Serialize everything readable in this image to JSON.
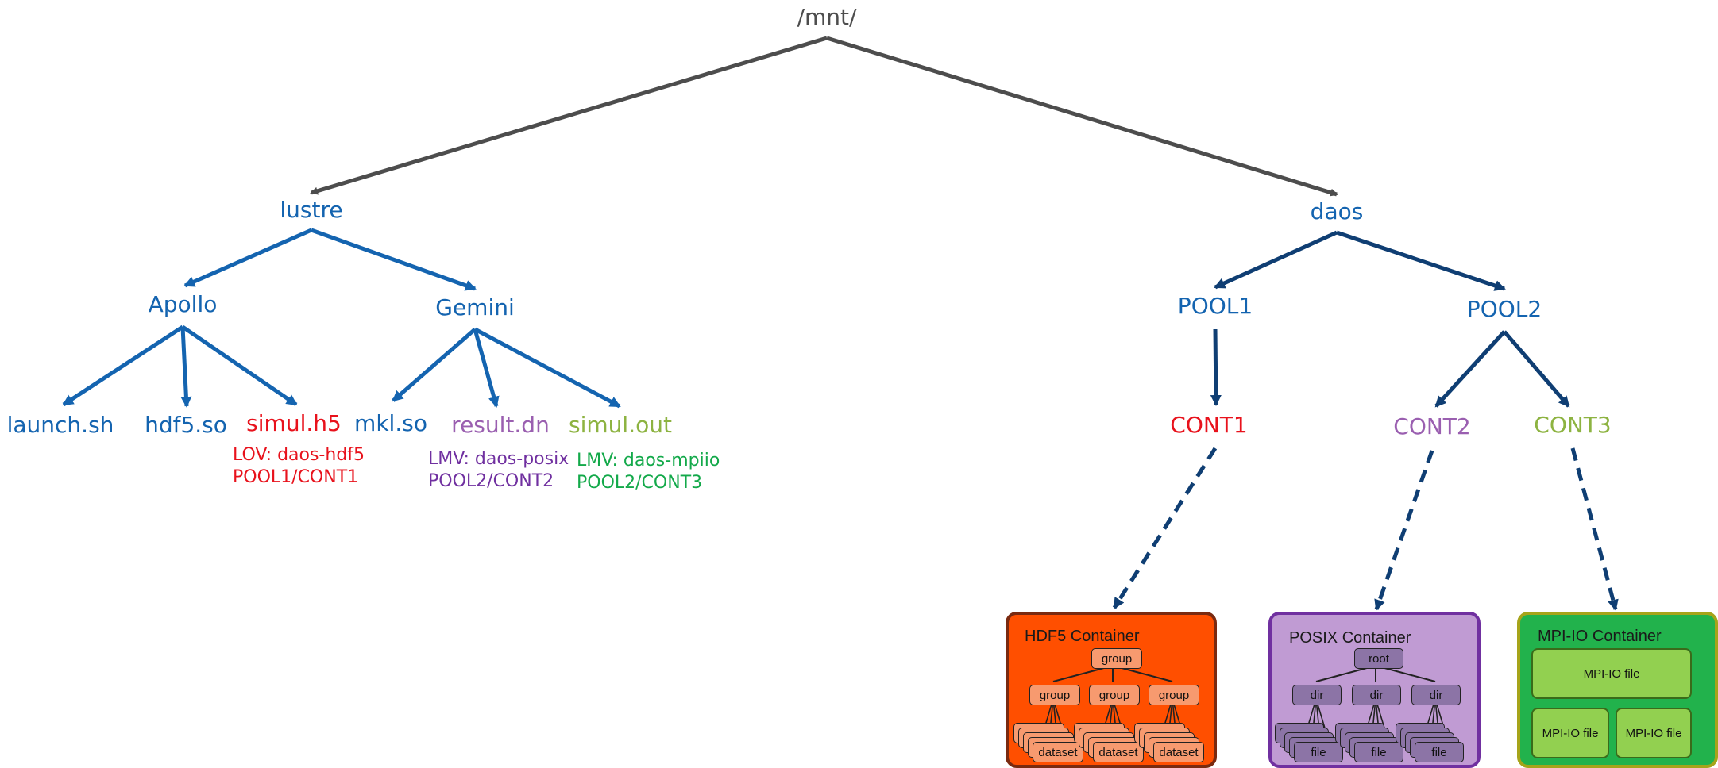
{
  "root": "/mnt/",
  "colors": {
    "blue": "#1464b0",
    "darkblue": "#0f3e73",
    "gray": "#4d4d4d",
    "red": "#e8121c",
    "purple": "#9a5fb0",
    "olive": "#8db341",
    "green": "#13a94a",
    "notepurple": "#7030a0"
  },
  "lustre": {
    "label": "lustre",
    "apollo": {
      "label": "Apollo",
      "files": [
        "launch.sh",
        "hdf5.so",
        "simul.h5"
      ],
      "note": [
        "LOV: daos-hdf5",
        "POOL1/CONT1"
      ]
    },
    "gemini": {
      "label": "Gemini",
      "files": [
        "mkl.so",
        "result.dn",
        "simul.out"
      ],
      "note_posix": [
        "LMV: daos-posix",
        "POOL2/CONT2"
      ],
      "note_mpiio": [
        "LMV: daos-mpiio",
        "POOL2/CONT3"
      ]
    }
  },
  "daos": {
    "label": "daos",
    "pools": [
      "POOL1",
      "POOL2"
    ],
    "containers": [
      "CONT1",
      "CONT2",
      "CONT3"
    ]
  },
  "hdf5_box": {
    "title": "HDF5 Container",
    "top": "group",
    "mid": [
      "group",
      "group",
      "group"
    ],
    "leaf": [
      "dataset",
      "dataset",
      "dataset"
    ],
    "fill": "#ff4f00",
    "chip": "#f79a6f"
  },
  "posix_box": {
    "title": "POSIX Container",
    "top": "root",
    "mid": [
      "dir",
      "dir",
      "dir"
    ],
    "leaf": [
      "file",
      "file",
      "file"
    ],
    "fill": "#c09bd3",
    "chip": "#8c74a6"
  },
  "mpiio_box": {
    "title": "MPI-IO Container",
    "files": [
      "MPI-IO file",
      "MPI-IO file",
      "MPI-IO file"
    ],
    "fill": "#22b24c"
  }
}
